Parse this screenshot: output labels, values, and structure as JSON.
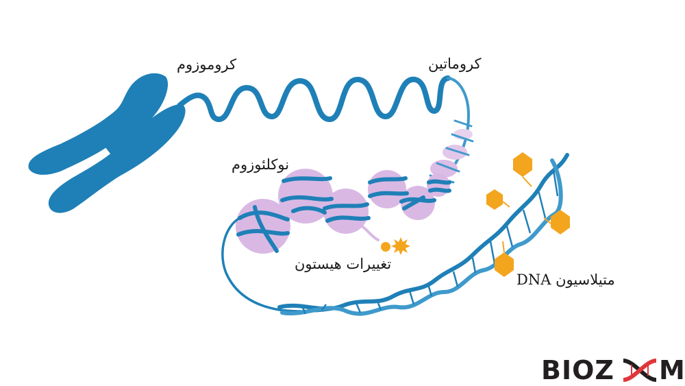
{
  "labels": {
    "chromosome": "کروموزوم",
    "chromatin": "کروماتین",
    "nucleosome": "نوکلئوزوم",
    "histone_modification": "تغییرات هیستون",
    "dna_methylation": "متیلاسیون DNA"
  },
  "logo": {
    "part1": "BIOZ",
    "part2": "M"
  },
  "colors": {
    "dna_blue": "#1f80b7",
    "nucleosome_purple": "#d9b9e4",
    "methyl_orange": "#f3a51e",
    "text": "#1a1a1a",
    "logo_red": "#e0363b"
  }
}
